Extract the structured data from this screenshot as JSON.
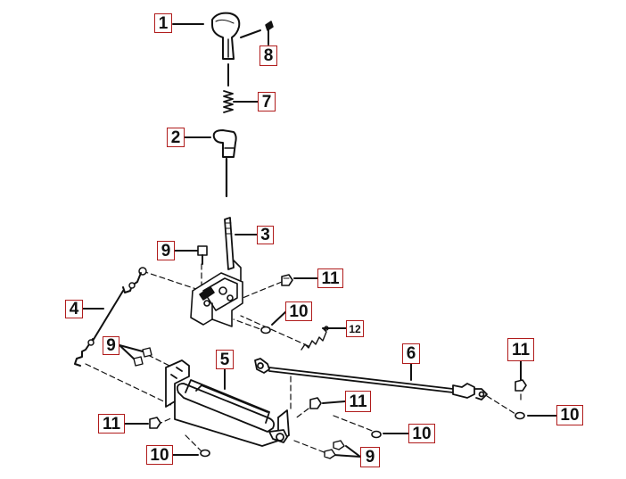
{
  "diagram": {
    "callouts": [
      {
        "id": "c1",
        "label": "1"
      },
      {
        "id": "c8",
        "label": "8"
      },
      {
        "id": "c7",
        "label": "7"
      },
      {
        "id": "c2",
        "label": "2"
      },
      {
        "id": "c3",
        "label": "3"
      },
      {
        "id": "c9a",
        "label": "9"
      },
      {
        "id": "c11a",
        "label": "11"
      },
      {
        "id": "c4",
        "label": "4"
      },
      {
        "id": "c10a",
        "label": "10"
      },
      {
        "id": "c12",
        "label": "12"
      },
      {
        "id": "c9b",
        "label": "9"
      },
      {
        "id": "c5",
        "label": "5"
      },
      {
        "id": "c6",
        "label": "6"
      },
      {
        "id": "c11b",
        "label": "11"
      },
      {
        "id": "c11c",
        "label": "11"
      },
      {
        "id": "c10b",
        "label": "10"
      },
      {
        "id": "c11d",
        "label": "11"
      },
      {
        "id": "c10c",
        "label": "10"
      },
      {
        "id": "c10d",
        "label": "10"
      },
      {
        "id": "c9c",
        "label": "9"
      }
    ],
    "colors": {
      "callout_border": "#b01c1c",
      "line": "#111111"
    }
  }
}
